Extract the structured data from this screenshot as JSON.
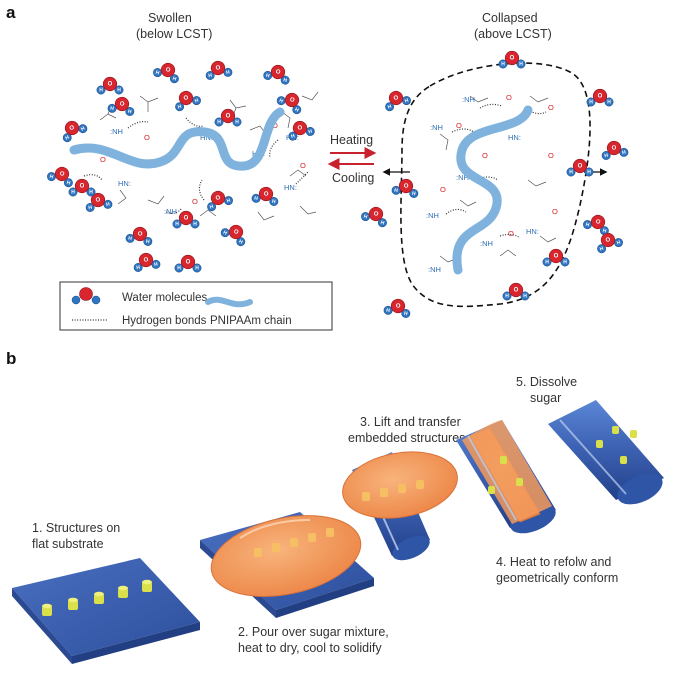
{
  "panel_a": {
    "letter": "a",
    "swollen_line1": "Swollen",
    "swollen_line2": "(below LCST)",
    "collapsed_line1": "Collapsed",
    "collapsed_line2": "(above LCST)",
    "heating": "Heating",
    "cooling": "Cooling",
    "atom_o": "O",
    "atom_h": "H",
    "nh_label": ":NH",
    "hn_label": "HN:",
    "legend": {
      "water": "Water molecules",
      "hbonds": "Hydrogen bonds",
      "chain": "PNIPAAm chain"
    }
  },
  "panel_b": {
    "letter": "b",
    "step1_line1": "1. Structures on",
    "step1_line2": "flat substrate",
    "step2_line1": "2. Pour over sugar mixture,",
    "step2_line2": "heat to dry, cool to solidify",
    "step3_line1": "3. Lift and transfer",
    "step3_line2": "embedded structures",
    "step4_line1": "4. Heat to refolw and",
    "step4_line2": "geometrically conform",
    "step5_line1": "5. Dissolve",
    "step5_line2": "sugar"
  },
  "colors": {
    "water_oxygen": "#d8262f",
    "water_hydrogen": "#2f74c0",
    "polymer_chain": "#7fb3de",
    "arrow_red": "#c8232c",
    "substrate_blue": "#3b5fb0",
    "sugar_orange": "#f29a5e",
    "structure_yellow": "#d9e04a"
  }
}
